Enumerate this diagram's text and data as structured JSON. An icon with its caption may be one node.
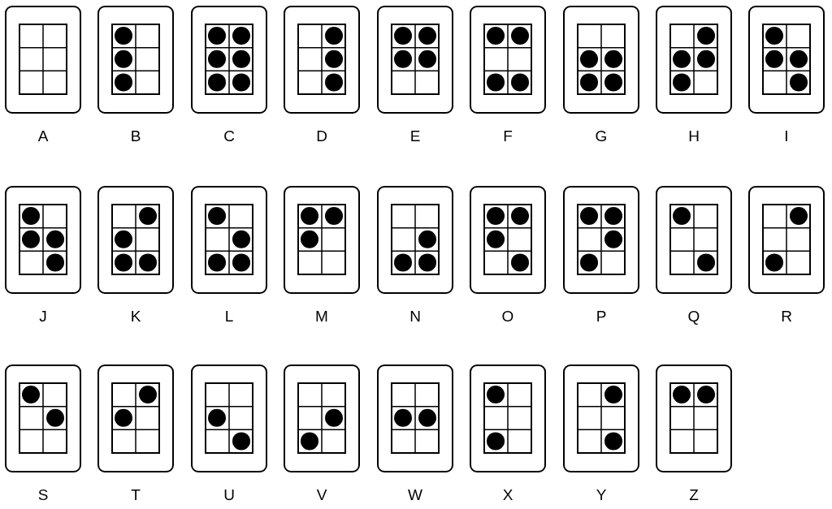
{
  "diagram": {
    "nodes": [
      {
        "text": [
          "A"
        ]
      },
      {
        "text": [
          "B"
        ]
      },
      {
        "text": [
          "C"
        ]
      },
      {
        "text": [
          "D"
        ]
      },
      {
        "text": [
          "E"
        ]
      },
      {
        "text": [
          "F"
        ]
      },
      {
        "text": [
          "G"
        ]
      },
      {
        "text": [
          "H"
        ]
      },
      {
        "text": [
          "I"
        ]
      },
      {
        "text": [
          "J"
        ]
      },
      {
        "text": [
          "K"
        ]
      },
      {
        "text": [
          "L"
        ]
      },
      {
        "text": [
          "M"
        ]
      },
      {
        "text": [
          "N"
        ]
      },
      {
        "text": [
          "O"
        ]
      },
      {
        "text": [
          "P"
        ]
      },
      {
        "text": [
          "Q"
        ]
      },
      {
        "text": [
          "R"
        ]
      },
      {
        "text": [
          "S"
        ]
      },
      {
        "text": [
          "T"
        ]
      },
      {
        "text": [
          "U"
        ]
      },
      {
        "text": [
          "V"
        ]
      },
      {
        "text": [
          "W"
        ]
      },
      {
        "text": [
          "X"
        ]
      },
      {
        "text": [
          "Y"
        ]
      },
      {
        "text": [
          "Z"
        ]
      }
    ]
  }
}
